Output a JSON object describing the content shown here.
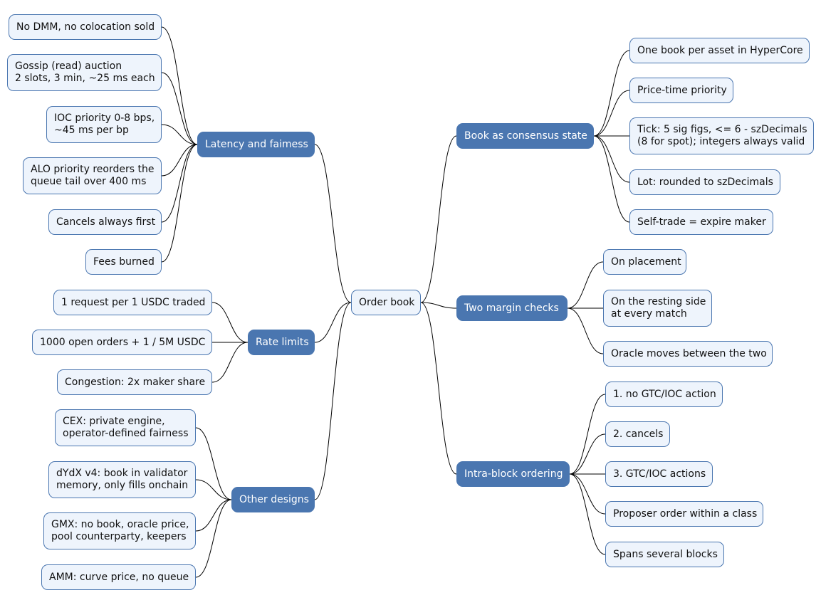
{
  "colors": {
    "branch_fill": "#4a76b0",
    "leaf_fill": "#eef4fc",
    "border": "#4a76b0",
    "line": "#000000"
  },
  "root": "Order book",
  "left": {
    "latency": {
      "label": "Latency and faimess",
      "items": [
        "No DMM, no colocation sold",
        "Gossip (read) auction\n2 slots, 3 min, ~25 ms each",
        "IOC priority 0-8 bps,\n~45 ms per bp",
        "ALO priority reorders the\nqueue tail over 400 ms",
        "Cancels always first",
        "Fees burned"
      ]
    },
    "rate_limits": {
      "label": "Rate limits",
      "items": [
        "1 request per 1 USDC traded",
        "1000 open orders + 1 / 5M USDC",
        "Congestion: 2x maker share"
      ]
    },
    "other_designs": {
      "label": "Other designs",
      "items": [
        "CEX: private engine,\noperator-defined fairness",
        "dYdX v4: book in validator\nmemory, only fills onchain",
        "GMX: no book, oracle price,\npool counterparty, keepers",
        "AMM: curve price, no queue"
      ]
    }
  },
  "right": {
    "consensus": {
      "label": "Book as consensus state",
      "items": [
        "One book per asset in HyperCore",
        "Price-time priority",
        "Tick: 5 sig figs, <= 6 - szDecimals\n(8 for spot); integers always valid",
        "Lot: rounded to szDecimals",
        "Self-trade = expire maker"
      ]
    },
    "margin": {
      "label": "Two margin checks",
      "items": [
        "On placement",
        "On the resting side\nat every match",
        "Oracle moves between the two"
      ]
    },
    "ordering": {
      "label": "Intra-block ordering",
      "items": [
        "1. no GTC/IOC action",
        "2. cancels",
        "3. GTC/IOC actions",
        "Proposer order within a class",
        "Spans several blocks"
      ]
    }
  }
}
